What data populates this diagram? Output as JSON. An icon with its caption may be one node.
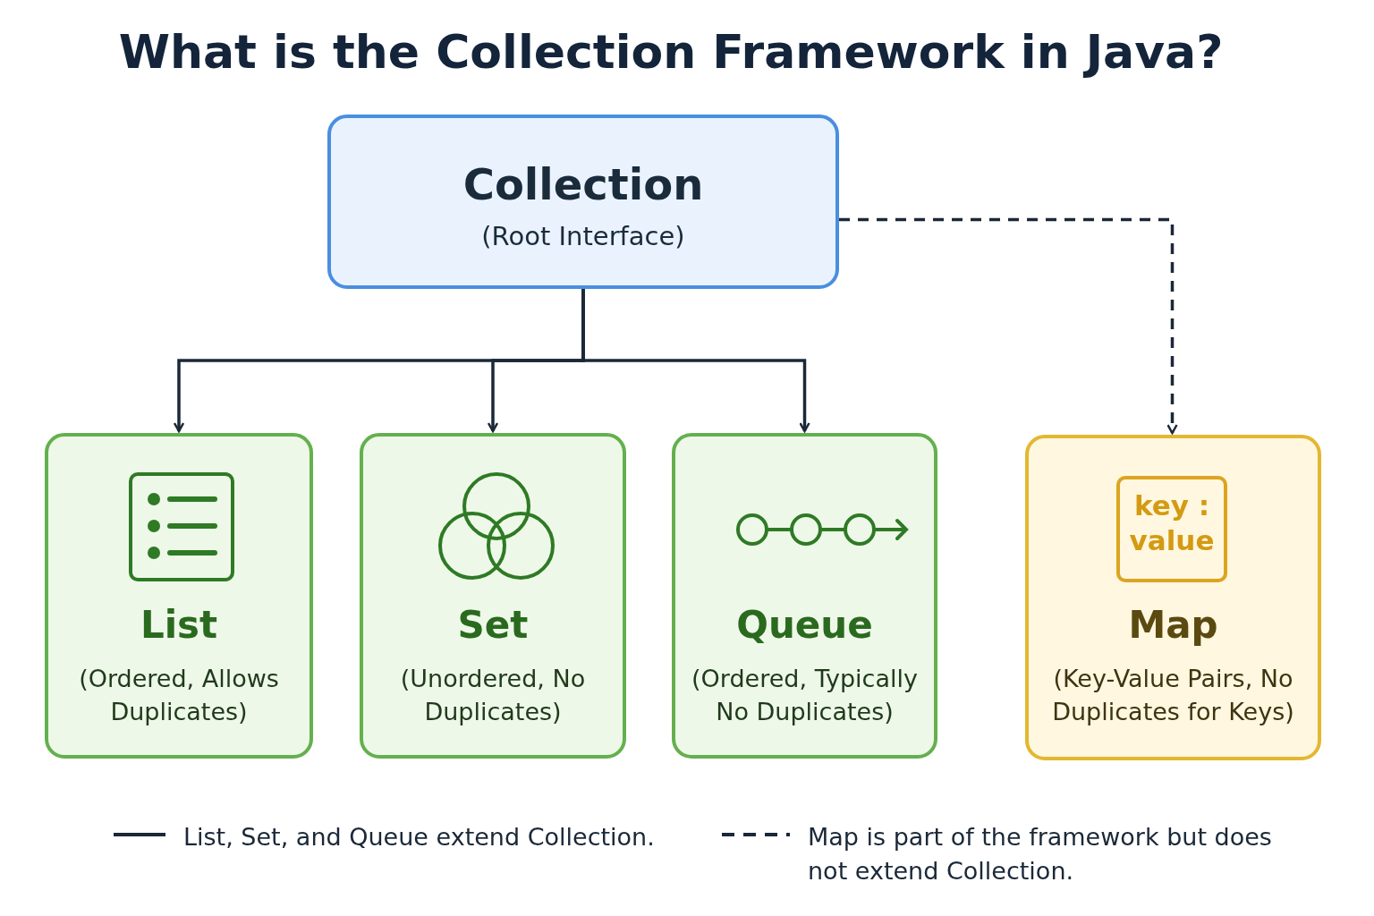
{
  "diagram": {
    "title": "What is the Collection Framework in Java?",
    "nodes": [
      {
        "text": [
          "Collection",
          "(Root Interface)"
        ]
      },
      {
        "text": [
          "List",
          "(Ordered, Allows Duplicates)"
        ]
      },
      {
        "text": [
          "Set",
          "(Unordered, No Duplicates)"
        ]
      },
      {
        "text": [
          "Queue",
          "(Ordered, Typically No Duplicates)"
        ]
      },
      {
        "text": [
          "Map",
          "(Key-Value Pairs, No Duplicates for Keys)"
        ]
      },
      {
        "text": [
          "key : value"
        ],
        "in": 4
      }
    ],
    "edges": [
      {
        "from": 0,
        "to": 1,
        "arrow": "to"
      },
      {
        "from": 0,
        "to": 2,
        "arrow": "to"
      },
      {
        "from": 0,
        "to": 3,
        "arrow": "to"
      },
      {
        "from": 0,
        "to": 4,
        "arrow": "to",
        "style": "dashed"
      }
    ],
    "legend": [
      {
        "text": "List, Set, and Queue extend Collection."
      },
      {
        "text": "Map is part of the framework but does not extend Collection."
      }
    ]
  }
}
